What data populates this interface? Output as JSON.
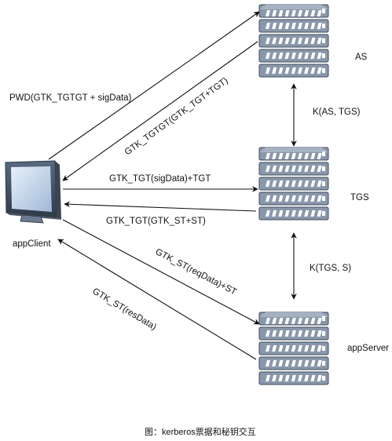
{
  "nodes": {
    "as": "AS",
    "tgs": "TGS",
    "app_server": "appServer",
    "app_client": "appClient"
  },
  "messages": {
    "pwd": "PWD(GTK_TGTGT + sigData)",
    "tgtgt_reply": "GTK_TGTGT(GTK_TGT+TGT)",
    "tgt_request": "GTK_TGT(sigData)+TGT",
    "tgt_reply": "GTK_TGT(GTK_ST+ST)",
    "st_request": "GTK_ST(reqData)+ST",
    "st_reply": "GTK_ST(resData)"
  },
  "links": {
    "as_tgs": "K(AS, TGS)",
    "tgs_server": "K(TGS, S)"
  },
  "caption": "图：kerberos票据和秘钥交互",
  "colors": {
    "server_fill": "#8a98ab",
    "server_border": "#3e4a5a",
    "line": "#111111"
  }
}
